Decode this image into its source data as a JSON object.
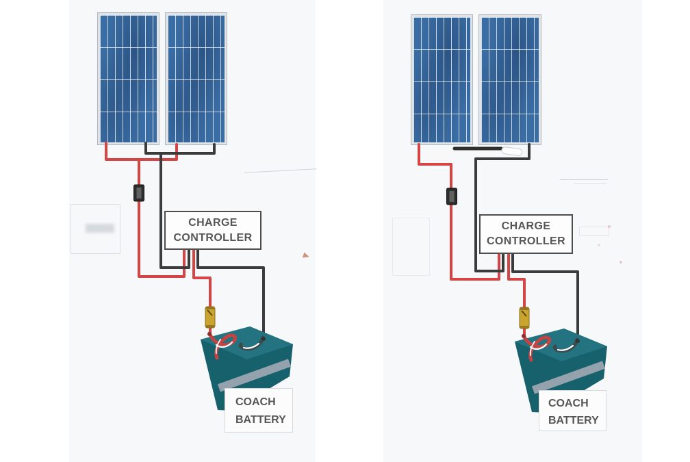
{
  "diagrams": [
    {
      "controller": {
        "line1": "CHARGE",
        "line2": "CONTROLLER"
      },
      "battery_label": {
        "line1": "COACH",
        "line2": "BATTERY"
      }
    },
    {
      "controller": {
        "line1": "CHARGE",
        "line2": "CONTROLLER"
      },
      "battery_label": {
        "line1": "COACH",
        "line2": "BATTERY"
      }
    }
  ],
  "colors": {
    "panel_blue": "#3a6da4",
    "wire_positive": "#d64545",
    "wire_negative": "#3b3b3b",
    "battery_teal": "#16616c",
    "fuse_yellow": "#c9a42f",
    "label_text": "#565656"
  }
}
